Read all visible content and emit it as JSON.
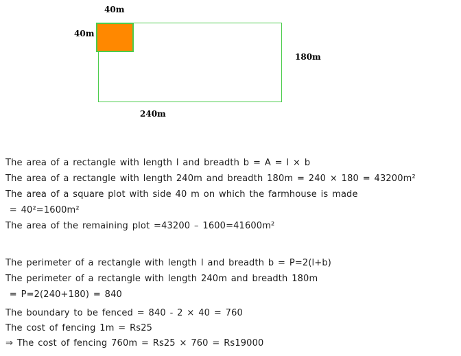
{
  "diagram": {
    "labels": {
      "square_top": "40m",
      "square_left": "40m",
      "rect_right": "180m",
      "rect_bottom": "240m"
    },
    "colors": {
      "outline_green": "#4ccc4c",
      "square_orange": "#ff8800"
    }
  },
  "solution": {
    "area_section": [
      "The area of a rectangle with length l and breadth b = A = l × b",
      "The area of a rectangle with length 240m and breadth 180m = 240 × 180 = 43200m²",
      "The area of a square plot with side 40 m on which the farmhouse is made",
      " = 40²=1600m²",
      "The area of the remaining plot =43200 – 1600=41600m²"
    ],
    "perimeter_section": [
      "The perimeter of a rectangle with length l and breadth b = P=2(l+b)",
      "The perimeter of a rectangle with length 240m and breadth 180m",
      " = P=2(240+180) = 840"
    ],
    "cost_section": [
      "The boundary to be fenced = 840 - 2 × 40 = 760",
      "The cost of fencing 1m = Rs25",
      "⇒ The cost of fencing 760m = Rs25 × 760 = Rs19000"
    ]
  }
}
